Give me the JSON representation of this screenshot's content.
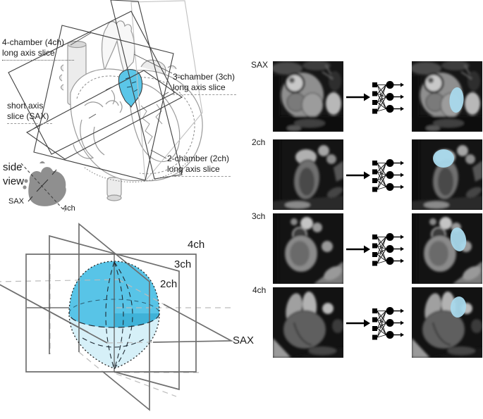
{
  "colors": {
    "segmentation_blue": "#5bc6e8",
    "overlay_blue": "#a9d9ec",
    "pale_blue": "#d6f0f8"
  },
  "anatomy_panel": {
    "label_4ch": {
      "line1": "4-chamber (4ch)",
      "line2": "long axis slice"
    },
    "label_3ch": {
      "line1": "3-chamber (3ch)",
      "line2": "long axis slice"
    },
    "label_sax": {
      "line1": "short axis",
      "line2": "slice (SAX)"
    },
    "label_2ch": {
      "line1": "2-chamber (2ch)",
      "line2": "long axis slice"
    },
    "side_view": {
      "line1": "side",
      "line2": "view",
      "sax": "SAX",
      "fourch": "4ch"
    }
  },
  "plane_diagram": {
    "label_4ch": "4ch",
    "label_3ch": "3ch",
    "label_2ch": "2ch",
    "label_sax": "SAX"
  },
  "pipeline": {
    "rows": [
      {
        "label": "SAX"
      },
      {
        "label": "2ch"
      },
      {
        "label": "3ch"
      },
      {
        "label": "4ch"
      }
    ]
  }
}
